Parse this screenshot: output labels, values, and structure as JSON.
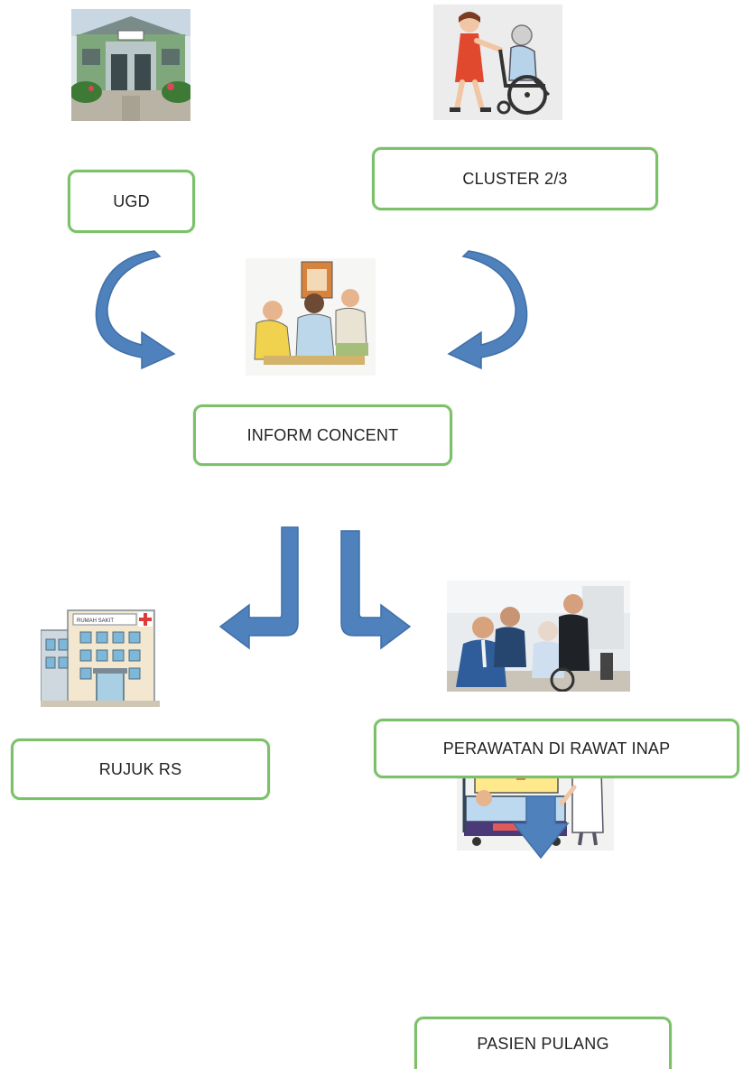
{
  "nodes": {
    "ugd": "UGD",
    "cluster": "CLUSTER 2/3",
    "inform_concent": "INFORM CONCENT",
    "rujuk_rs": "RUJUK RS",
    "perawatan": "PERAWATAN DI RAWAT INAP",
    "pasien_pulang": "PASIEN PULANG"
  },
  "hospital_sign": "RUMAH SAKIT",
  "colors": {
    "node_border": "#7cc16a",
    "arrow_fill": "#4f81bd",
    "arrow_stroke": "#3f6fa8",
    "text": "#222222"
  },
  "pictures": [
    "clinic-building-photo",
    "nurse-pushing-wheelchair-clipart",
    "family-consultation-clipart",
    "hospital-building-clipart",
    "inpatient-care-photo",
    "doctor-and-patient-bed-clipart"
  ]
}
